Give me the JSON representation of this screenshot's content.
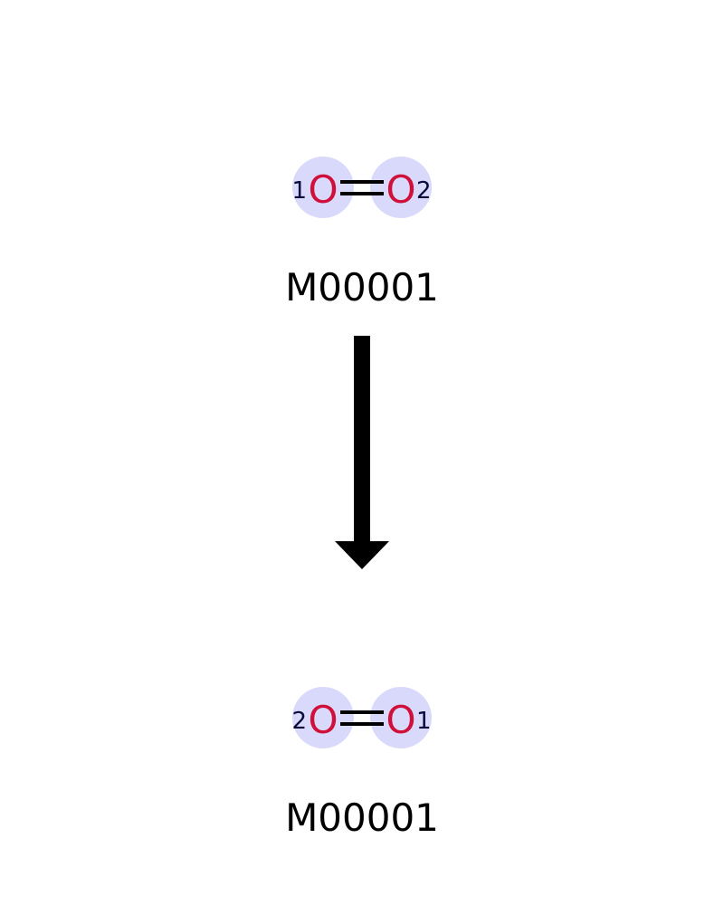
{
  "colors": {
    "background": "#ffffff",
    "highlight": "#d9d9fb",
    "oxygen": "#d0103a",
    "map_number": "#0a0a3c",
    "bond": "#000000",
    "arrow": "#000000",
    "label": "#000000"
  },
  "reactant": {
    "label": "M00001",
    "atoms": [
      {
        "symbol": "O",
        "map": "1"
      },
      {
        "symbol": "O",
        "map": "2"
      }
    ],
    "bond": {
      "type": "double"
    }
  },
  "arrow": {
    "direction": "down"
  },
  "product": {
    "label": "M00001",
    "atoms": [
      {
        "symbol": "O",
        "map": "2"
      },
      {
        "symbol": "O",
        "map": "1"
      }
    ],
    "bond": {
      "type": "double"
    }
  }
}
